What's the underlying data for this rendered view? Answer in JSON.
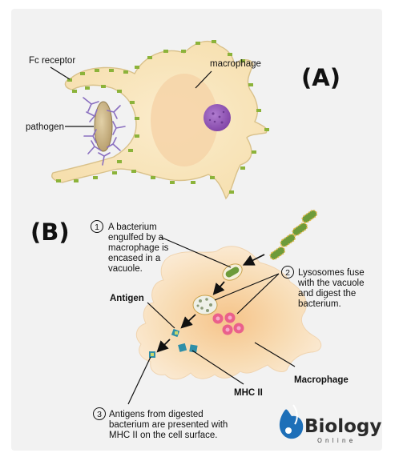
{
  "panel_a": {
    "letter": "(A)",
    "labels": {
      "fc_receptor": "Fc receptor",
      "macrophage": "macrophage",
      "pathogen": "pathogen"
    }
  },
  "panel_b": {
    "letter": "(B)",
    "steps": [
      {
        "num": "1",
        "lines": [
          "A bacterium",
          "engulfed by a",
          "macrophage is",
          "encased in a",
          "vacuole."
        ]
      },
      {
        "num": "2",
        "lines": [
          "Lysosomes fuse",
          "with the vacuole",
          "and digest the",
          "bacterium."
        ]
      },
      {
        "num": "3",
        "lines": [
          "Antigens from digested",
          "bacterium are presented with",
          "MHC II on the cell surface."
        ]
      }
    ],
    "labels": {
      "antigen": "Antigen",
      "macrophage": "Macrophage",
      "mhc": "MHC II"
    }
  },
  "logo": {
    "name": "Biology",
    "sub": "Online"
  },
  "colors": {
    "panel_bg": "#f2f2f2",
    "cell_fill": "#f8e6bf",
    "nucleus": "#9b59b6",
    "receptor": "#8cb33a",
    "antibody": "#8a6fc0",
    "logo_blue": "#1d6fb8"
  }
}
